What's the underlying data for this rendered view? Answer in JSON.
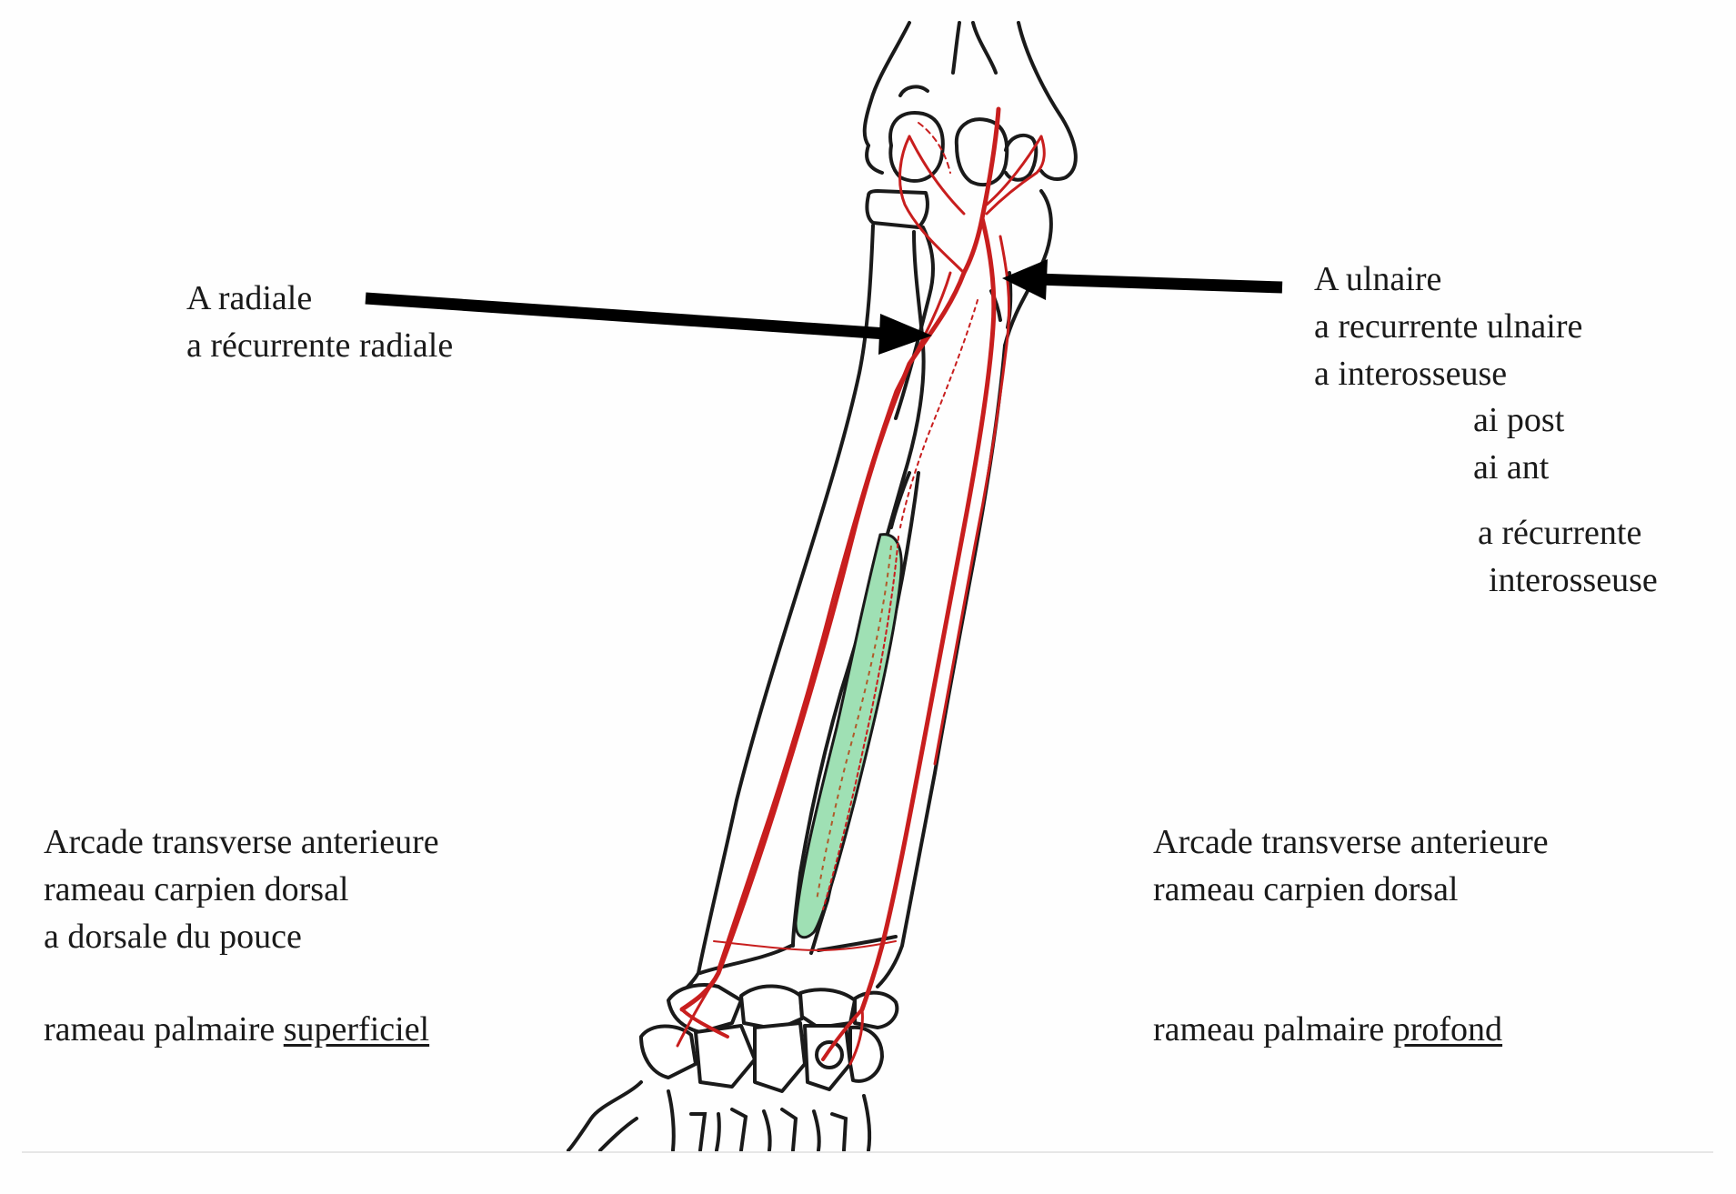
{
  "labels": {
    "radial": {
      "line1": "A radiale",
      "line2": "a récurrente radiale"
    },
    "ulnar": {
      "line1": "A ulnaire",
      "line2": "a recurrente ulnaire",
      "line3": "a interosseuse",
      "line4": "ai post",
      "line5": "ai ant",
      "line6": "a récurrente",
      "line7": "interosseuse"
    },
    "bottom_left": {
      "line1": "Arcade transverse anterieure",
      "line2": "rameau carpien dorsal",
      "line3": "a dorsale du pouce",
      "line4_prefix": "rameau palmaire ",
      "line4_underlined": "superficiel"
    },
    "bottom_right": {
      "line1": "Arcade transverse anterieure",
      "line2": "rameau carpien dorsal",
      "line3_prefix": "rameau palmaire ",
      "line3_underlined": "profond"
    }
  },
  "colors": {
    "artery": "#c81e1e",
    "bone_outline": "#1a1a1a",
    "membrane": "#9fe0b4",
    "arrow": "#000000",
    "text": "#1a1a1a"
  }
}
